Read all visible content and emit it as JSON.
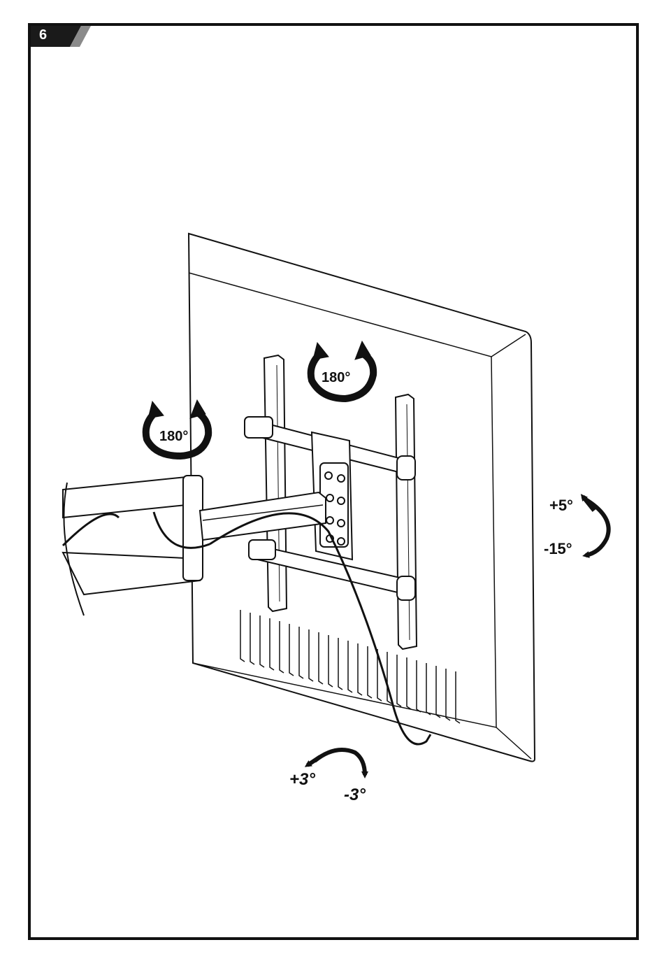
{
  "step": {
    "number": "6"
  },
  "labels": {
    "swivel_top": "180°",
    "swivel_left": "180°",
    "tilt_up": "+5°",
    "tilt_down": "-15°",
    "level_plus": "+3°",
    "level_minus": "-3°"
  },
  "colors": {
    "line": "#111111",
    "badge_dark": "#1a1a1a",
    "badge_light": "#8a8a8a",
    "background": "#ffffff"
  },
  "icons": [
    "rotation-arrow-icon",
    "curved-arrow-icon"
  ]
}
